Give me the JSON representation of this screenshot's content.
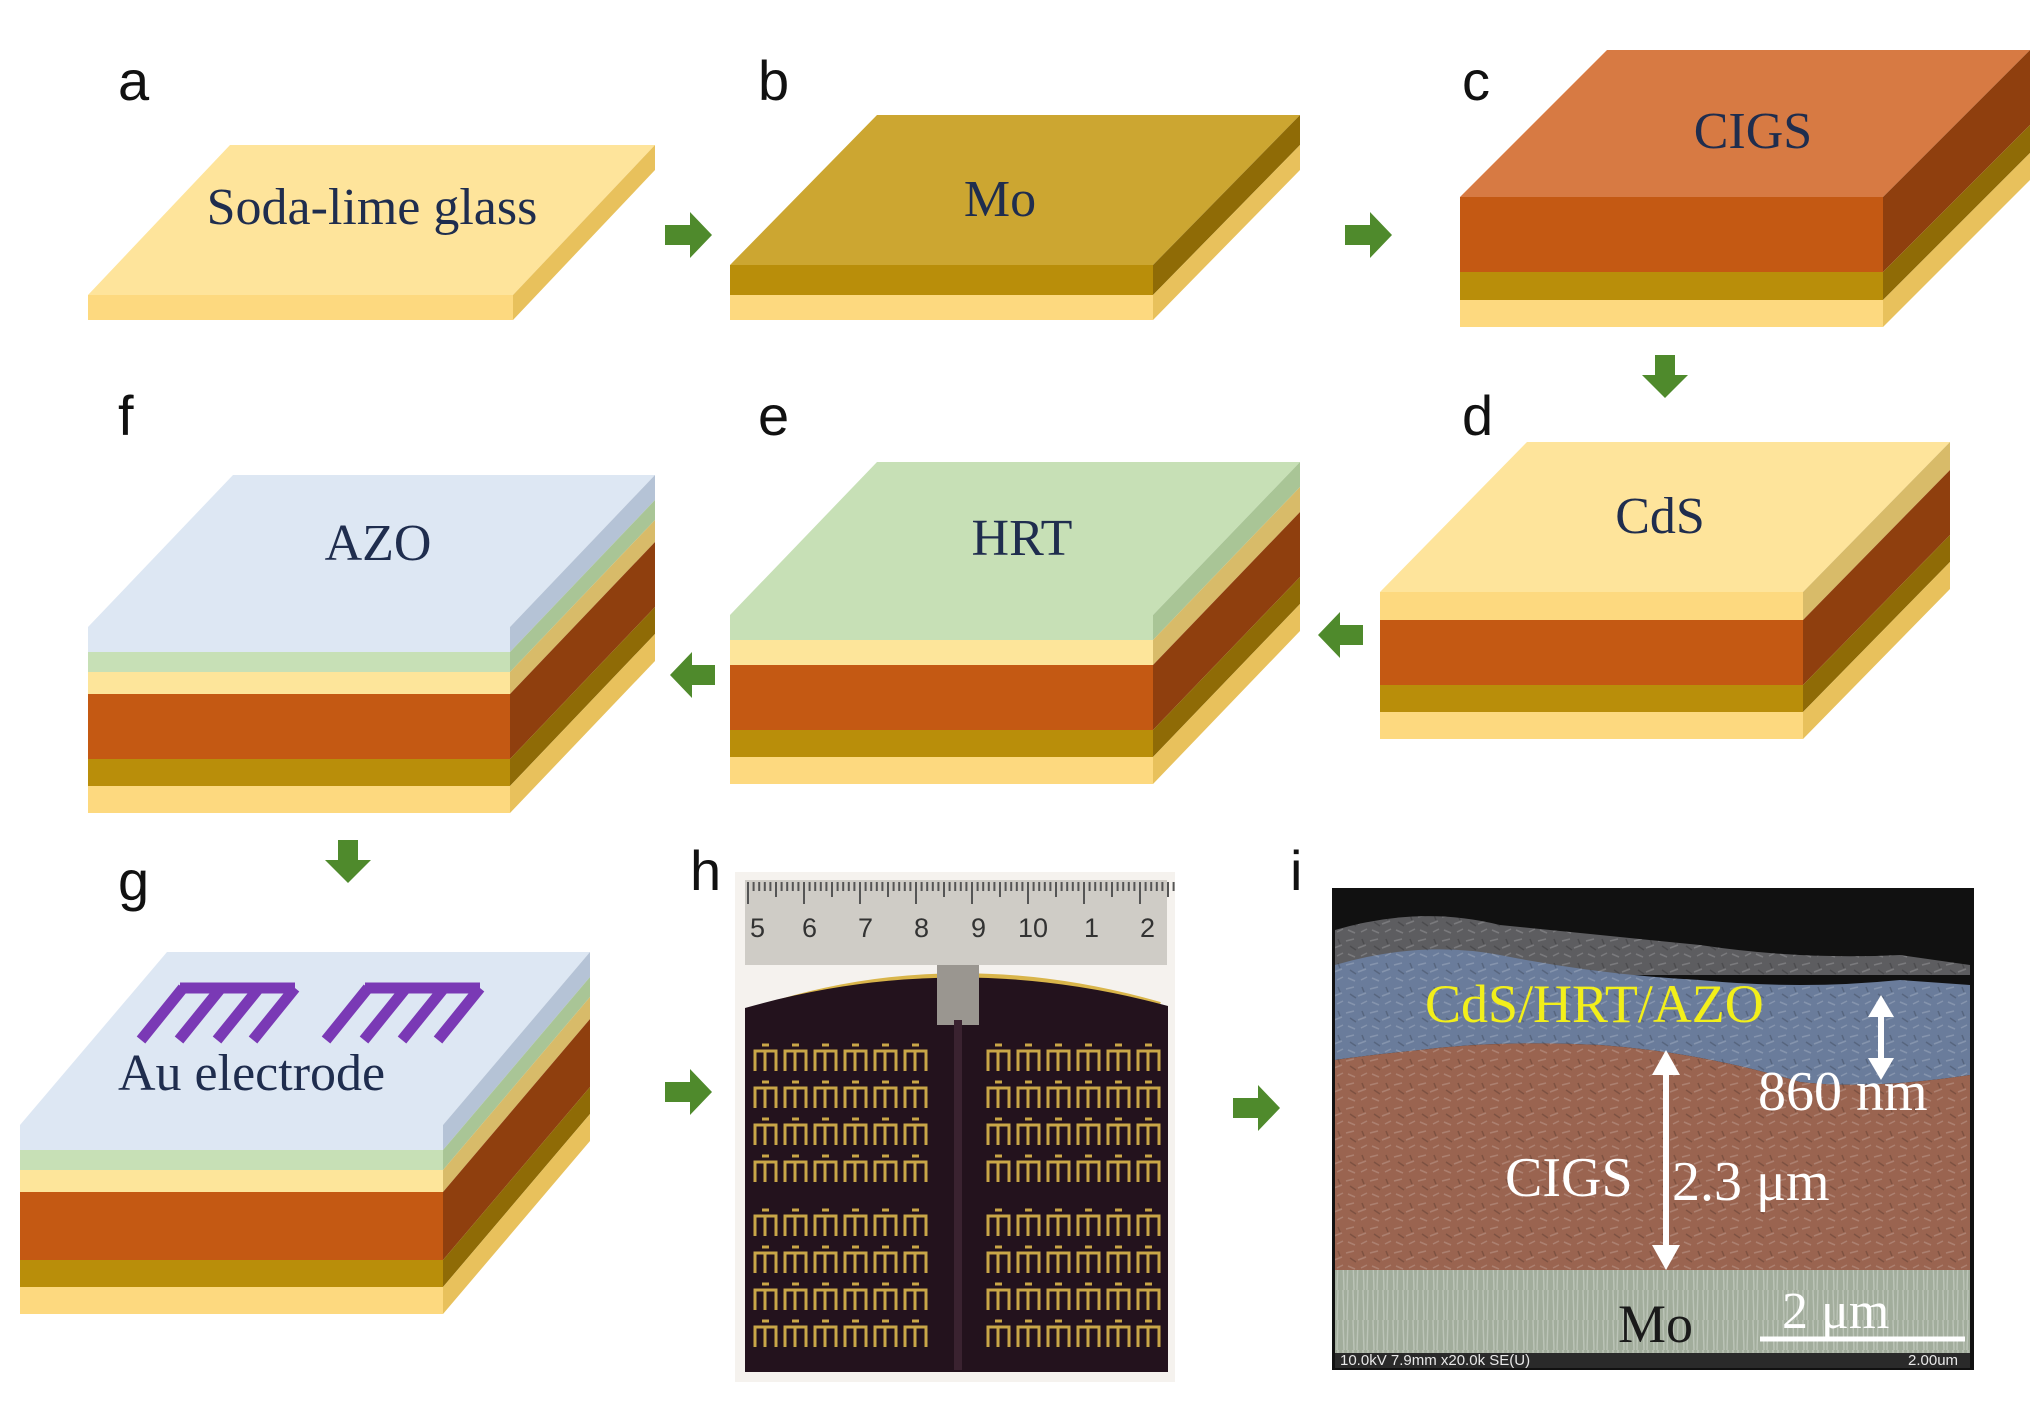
{
  "panel_letters": {
    "a": "a",
    "b": "b",
    "c": "c",
    "d": "d",
    "e": "e",
    "f": "f",
    "g": "g",
    "h": "h",
    "i": "i"
  },
  "layers": {
    "glass": "Soda-lime glass",
    "mo": "Mo",
    "cigs": "CIGS",
    "cds": "CdS",
    "hrt": "HRT",
    "azo": "AZO",
    "electrode": "Au electrode"
  },
  "photo": {
    "ruler_numbers": [
      "5",
      "6",
      "7",
      "8",
      "9",
      "10",
      "1",
      "2"
    ]
  },
  "sem": {
    "top_label": "CdS/HRT/AZO",
    "top_thickness": "860 nm",
    "cigs_label": "CIGS",
    "cigs_thickness": "2.3 μm",
    "mo_label": "Mo",
    "scale_bar": "2 μm",
    "info_left": "10.0kV 7.9mm x20.0k SE(U)",
    "info_right": "2.00um"
  },
  "colors": {
    "glass": "#fdd97f",
    "mo": "#b98e0a",
    "cigs": "#c45913",
    "cds": "#fde59a",
    "hrt": "#c7e0b6",
    "azo": "#dde7f3",
    "electrode": "#7a39b5",
    "arrow": "#4f8a2c"
  }
}
